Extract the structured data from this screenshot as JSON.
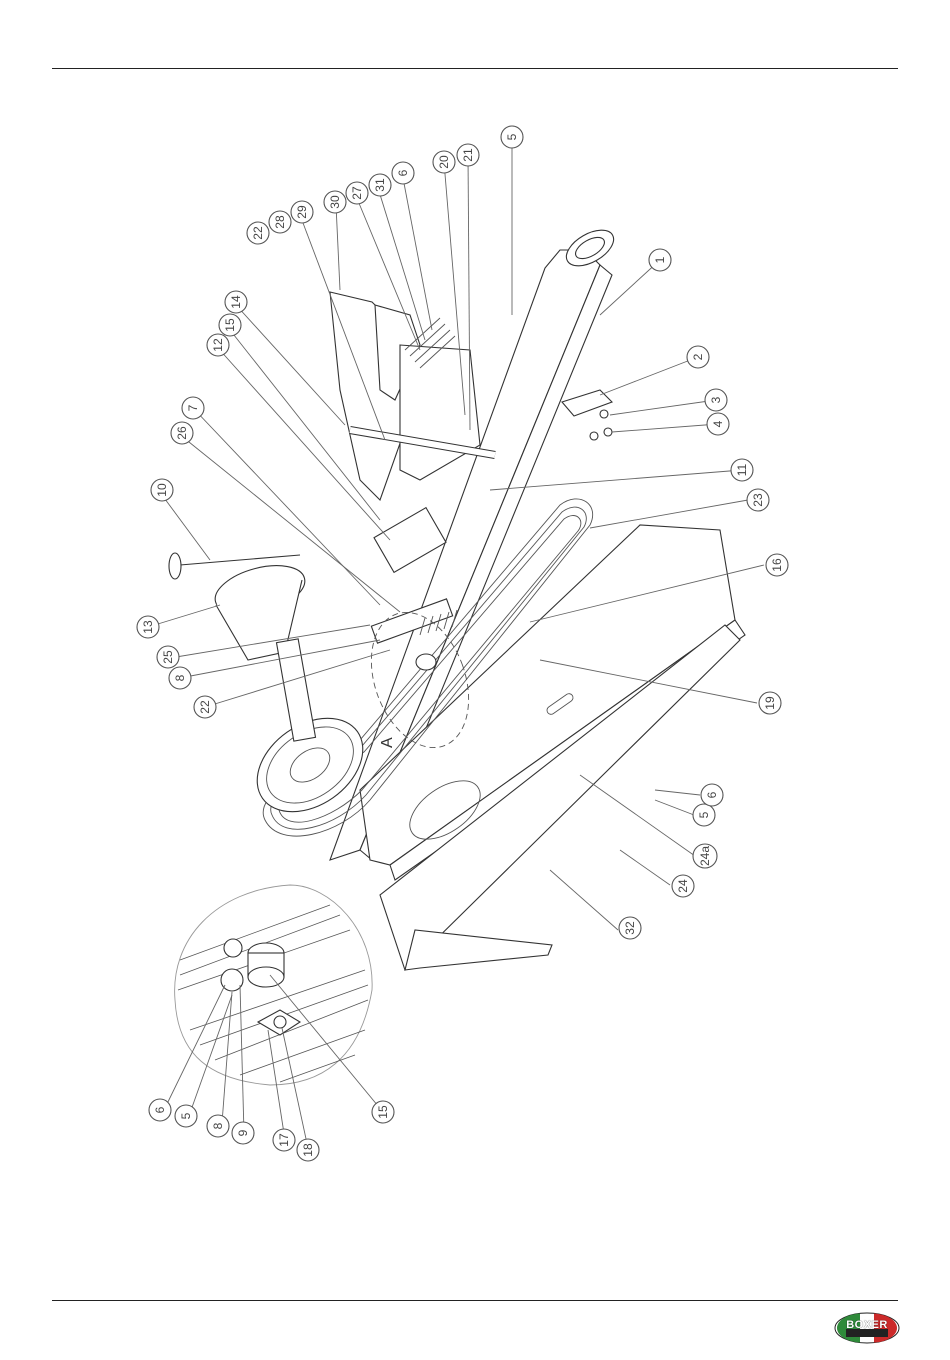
{
  "brand": {
    "logo_text": "BOXER",
    "colors": {
      "green": "#2f8a3a",
      "red": "#cc2a2a",
      "white": "#ffffff"
    }
  },
  "detail_label": "A",
  "callouts": [
    "1",
    "2",
    "3",
    "4",
    "5",
    "5",
    "5",
    "5",
    "6",
    "6",
    "6",
    "7",
    "8",
    "8",
    "9",
    "10",
    "11",
    "12",
    "13",
    "14",
    "15",
    "15",
    "16",
    "17",
    "18",
    "19",
    "20",
    "21",
    "22",
    "22",
    "23",
    "24",
    "24a",
    "25",
    "26",
    "27",
    "28",
    "29",
    "30",
    "31",
    "32"
  ]
}
